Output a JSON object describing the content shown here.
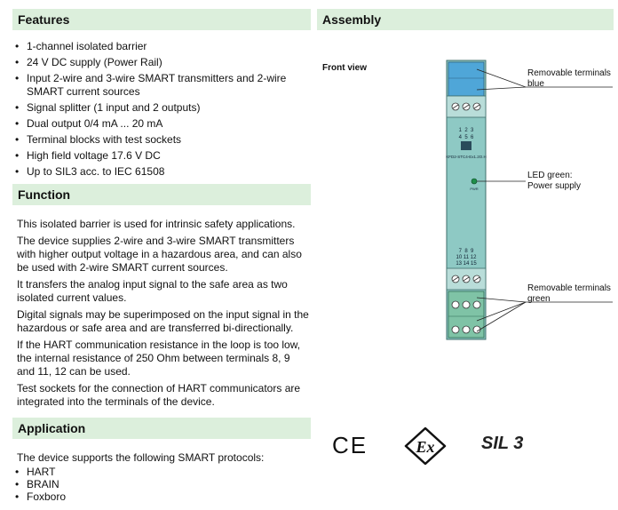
{
  "features": {
    "heading": "Features",
    "items": [
      "1-channel isolated barrier",
      "24 V DC supply (Power Rail)",
      "Input 2-wire and 3-wire SMART transmitters and 2-wire SMART current sources",
      "Signal splitter (1 input and 2 outputs)",
      "Dual output 0/4 mA ... 20 mA",
      "Terminal blocks with test sockets",
      "High field voltage 17.6 V DC",
      "Up to SIL3 acc. to IEC 61508"
    ]
  },
  "function": {
    "heading": "Function",
    "paragraphs": [
      "This isolated barrier is used for intrinsic safety applications.",
      "The device supplies 2-wire and 3-wire SMART transmitters with higher output voltage in a hazardous area, and can also be used with 2-wire SMART current sources.",
      "It transfers the analog input signal to the safe area as two isolated current values.",
      "Digital signals may be superimposed on the input signal in the hazardous or safe area and are transferred bi-directionally.",
      "If the HART communication resistance in the loop is too low, the internal resistance of 250 Ohm between terminals 8, 9 and 11, 12 can be used.",
      "Test sockets for the connection of HART communicators are integrated into the terminals of the device."
    ]
  },
  "application": {
    "heading": "Application",
    "intro": "The device supports the following SMART protocols:",
    "items": [
      "HART",
      "BRAIN",
      "Foxboro"
    ]
  },
  "assembly": {
    "heading": "Assembly",
    "front_view": "Front view",
    "callout_blue_line1": "Removable terminals",
    "callout_blue_line2": "blue",
    "callout_led_line1": "LED green:",
    "callout_led_line2": "Power supply",
    "callout_green_line1": "Removable terminals",
    "callout_green_line2": "green",
    "device": {
      "top_numbers_row1": "1  2  3",
      "top_numbers_row2": "4  5  6",
      "model": "KFD2-STC4-Ex1.2O.H",
      "led_label": "PWR",
      "bottom_numbers_row1": "7  8  9",
      "bottom_numbers_row2": "10 11 12",
      "bottom_numbers_row3": "13 14 15"
    }
  },
  "marks": {
    "ce": "CE",
    "ex": "Ex",
    "sil": "SIL 3"
  },
  "colors": {
    "header_bg": "#dcefdc",
    "device_body": "#8ec9c4",
    "terminal_blue": "#4fa6d8",
    "terminal_green": "#7fc3a6",
    "led_green": "#1f8f4a"
  }
}
